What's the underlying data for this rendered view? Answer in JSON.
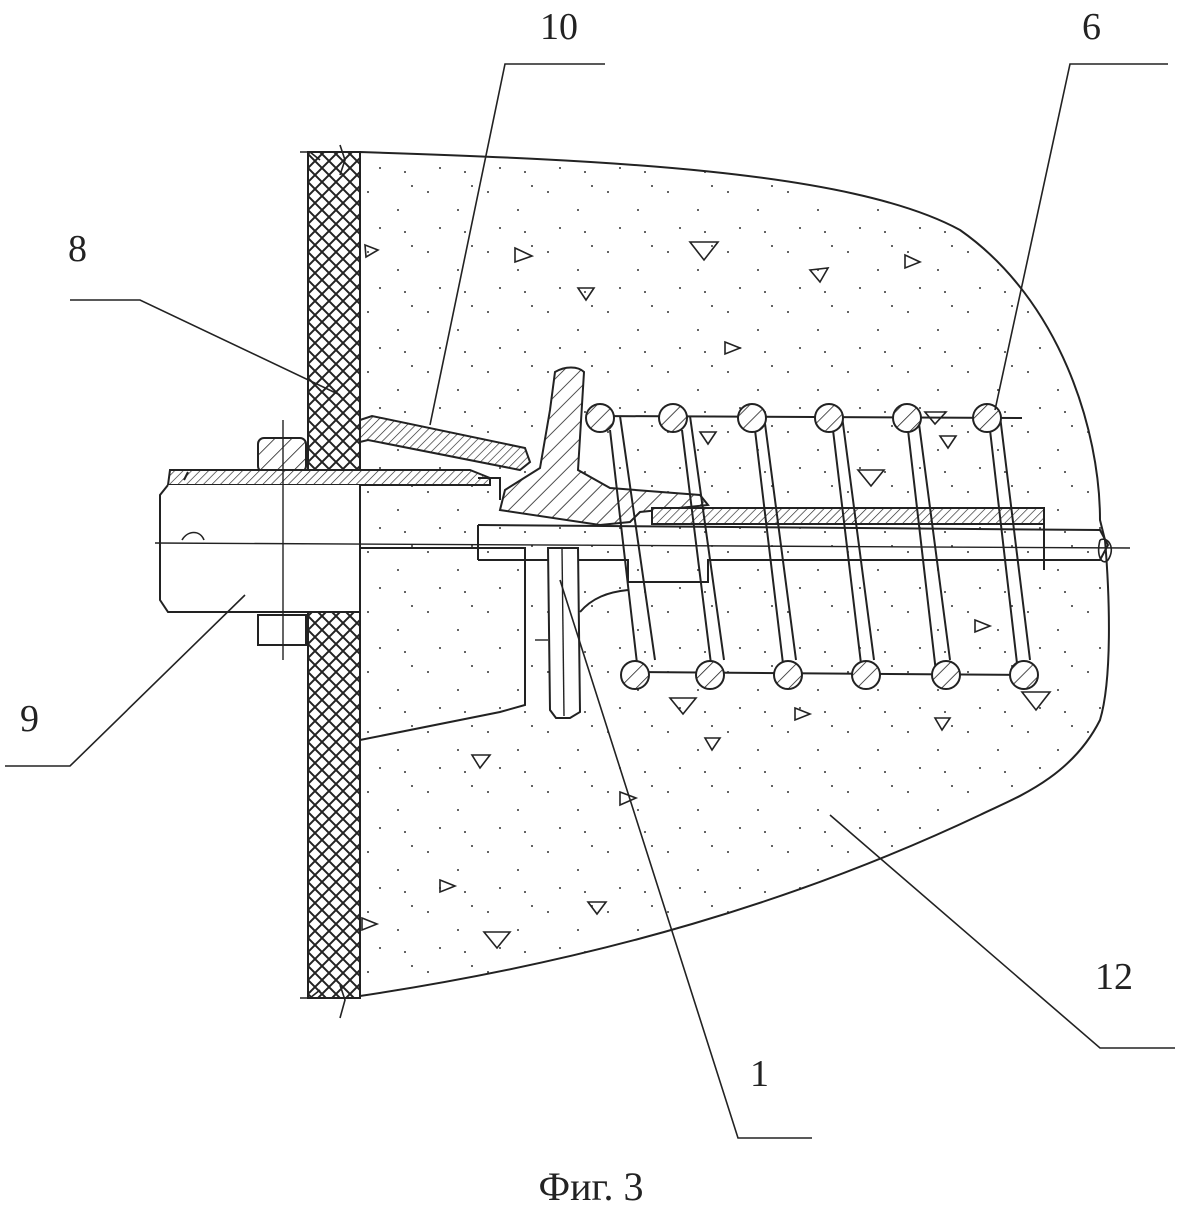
{
  "figure": {
    "caption": "Фиг. 3",
    "labels": {
      "l10": "10",
      "l6": "6",
      "l8": "8",
      "l9": "9",
      "l12": "12",
      "l1": "1"
    }
  }
}
